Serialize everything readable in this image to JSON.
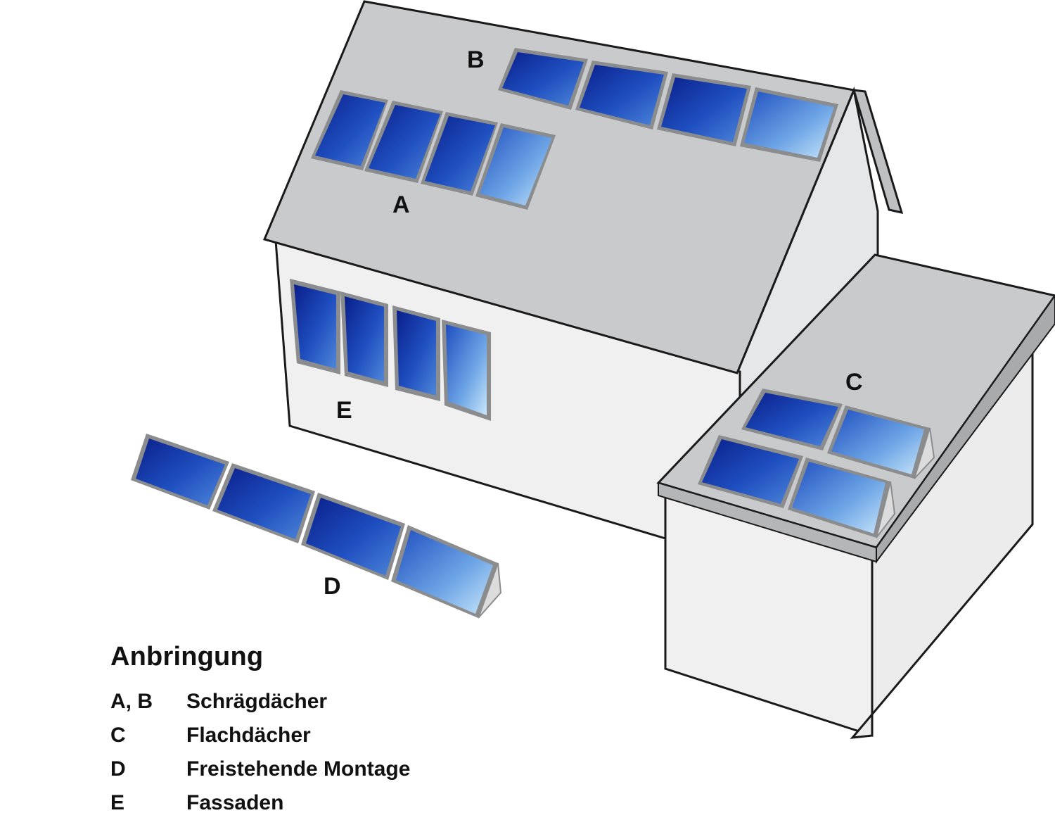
{
  "labels": {
    "a": "A",
    "b": "B",
    "c": "C",
    "d": "D",
    "e": "E"
  },
  "legend": {
    "title": "Anbringung",
    "items": [
      {
        "key": "A, B",
        "text": "Schrägdächer"
      },
      {
        "key": "C",
        "text": "Flachdächer"
      },
      {
        "key": "D",
        "text": "Freistehende Montage"
      },
      {
        "key": "E",
        "text": "Fassaden"
      }
    ]
  },
  "colors": {
    "roof": "#c9cacb",
    "wall": "#f0f0f1",
    "outline": "#1a1a1a",
    "panel_dark": "#0a1f8a",
    "panel_light": "#a8d4f5",
    "frame": "#8a8c8e"
  }
}
